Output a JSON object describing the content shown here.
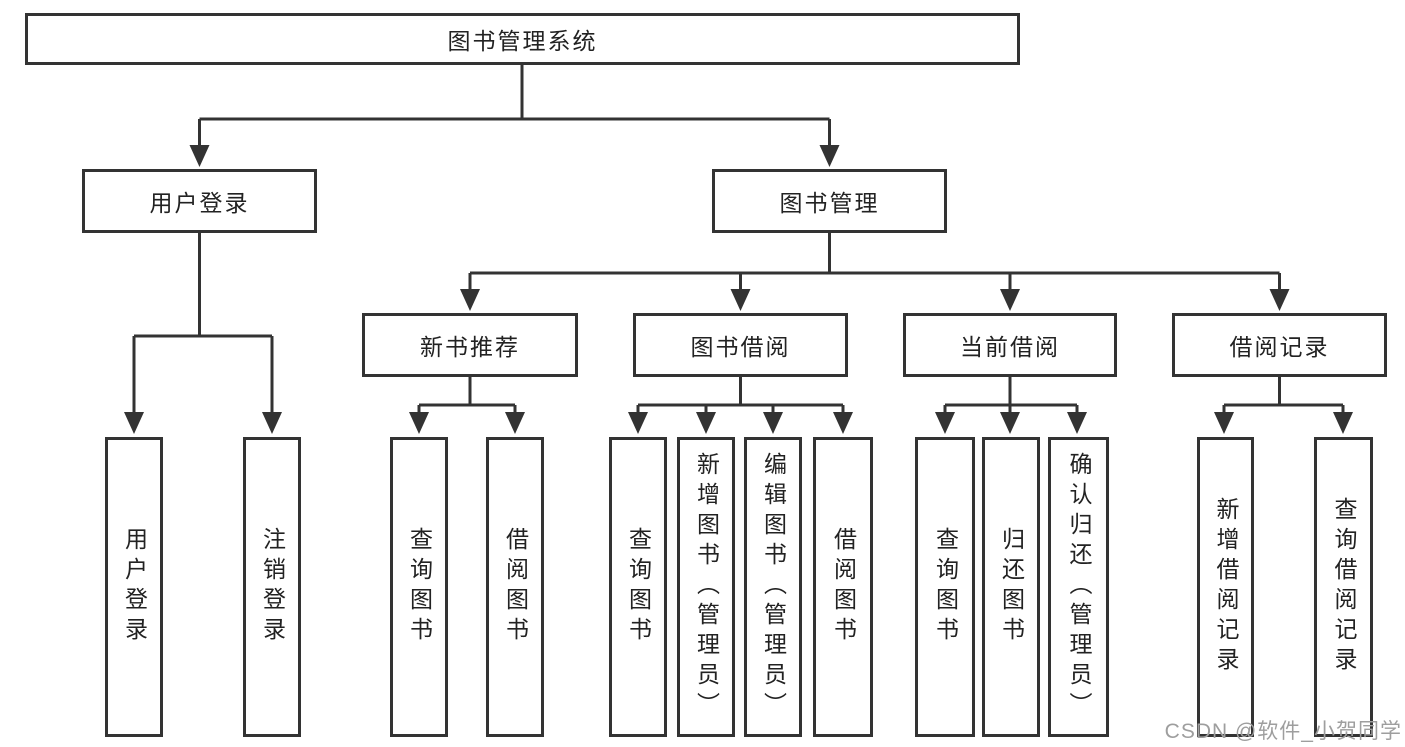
{
  "diagram": {
    "tree": {
      "label": "图书管理系统",
      "children": [
        {
          "label": "用户登录",
          "children": [
            {
              "label": "用户登录"
            },
            {
              "label": "注销登录"
            }
          ]
        },
        {
          "label": "图书管理",
          "children": [
            {
              "label": "新书推荐",
              "children": [
                {
                  "label": "查询图书"
                },
                {
                  "label": "借阅图书"
                }
              ]
            },
            {
              "label": "图书借阅",
              "children": [
                {
                  "label": "查询图书"
                },
                {
                  "label": "新增图书（管理员）"
                },
                {
                  "label": "编辑图书（管理员）"
                },
                {
                  "label": "借阅图书"
                }
              ]
            },
            {
              "label": "当前借阅",
              "children": [
                {
                  "label": "查询图书"
                },
                {
                  "label": "归还图书"
                },
                {
                  "label": "确认归还（管理员）"
                }
              ]
            },
            {
              "label": "借阅记录",
              "children": [
                {
                  "label": "新增借阅记录"
                },
                {
                  "label": "查询借阅记录"
                }
              ]
            }
          ]
        }
      ]
    },
    "colors": {
      "line": "#333333",
      "box_border": "#333333",
      "box_fill": "#ffffff",
      "text": "#222222",
      "watermark": "#9e9e9e"
    }
  },
  "watermark": {
    "text": "CSDN @软件_小贺同学"
  }
}
